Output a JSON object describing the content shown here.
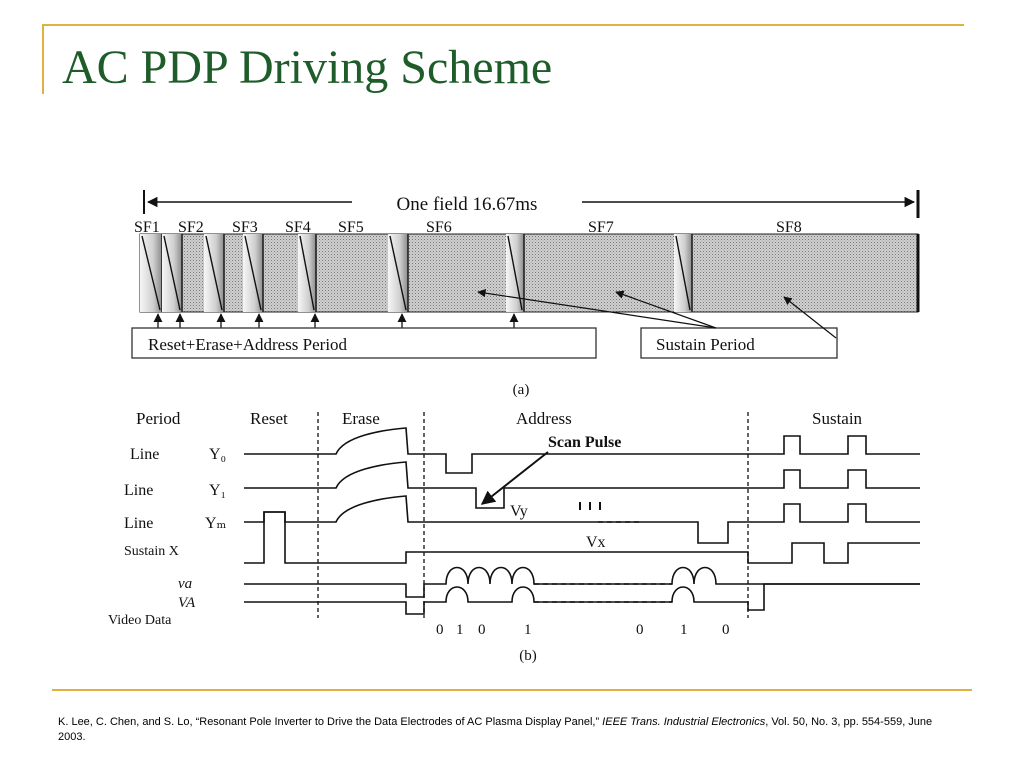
{
  "slide": {
    "title": "AC PDP Driving Scheme"
  },
  "diagram_a": {
    "field_label": "One field 16.67ms",
    "subfields": [
      "SF1",
      "SF2",
      "SF3",
      "SF4",
      "SF5",
      "SF6",
      "SF7",
      "SF8"
    ],
    "reset_box_label": "Reset+Erase+Address Period",
    "sustain_box_label": "Sustain Period",
    "caption": "(a)"
  },
  "diagram_b": {
    "period_headers": [
      "Period",
      "Reset",
      "Erase",
      "Address",
      "Sustain"
    ],
    "scan_pulse_label": "Scan Pulse",
    "row_labels": {
      "y0_line": "Line",
      "y0": "Y₀",
      "y1_line": "Line",
      "y1": "Y₁",
      "ym_line": "Line",
      "ym": "Yₘ",
      "sustain_x": "Sustain X",
      "va_lower": "va",
      "va_upper": "VA",
      "video_data": "Video Data"
    },
    "vy_label": "Vy",
    "vx_label": "Vx",
    "bits_left": [
      "0",
      "1",
      "0",
      "1"
    ],
    "bits_right": [
      "0",
      "1",
      "0"
    ],
    "caption": "(b)"
  },
  "citation": {
    "prefix": "K. Lee, C. Chen, and S. Lo, “Resonant Pole Inverter to Drive the Data Electrodes of AC Plasma Display Panel,” ",
    "journal": "IEEE Trans. Industrial Electronics",
    "suffix": ", Vol. 50, No. 3, pp. 554-559, June 2003."
  }
}
